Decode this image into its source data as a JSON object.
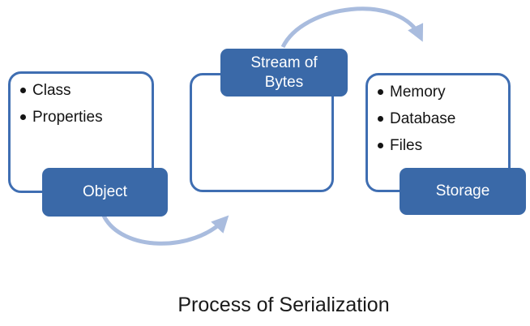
{
  "title": "Process of Serialization",
  "colors": {
    "box_fill": "#3a69a8",
    "box_border": "#3f6eb2",
    "arrow": "#a9bcde",
    "label_text": "#ffffff",
    "body_text": "#141414"
  },
  "stages": [
    {
      "label": "Object",
      "items": [
        "Class",
        "Properties"
      ]
    },
    {
      "label": "Stream of Bytes",
      "items": []
    },
    {
      "label": "Storage",
      "items": [
        "Memory",
        "Database",
        "Files"
      ]
    }
  ]
}
